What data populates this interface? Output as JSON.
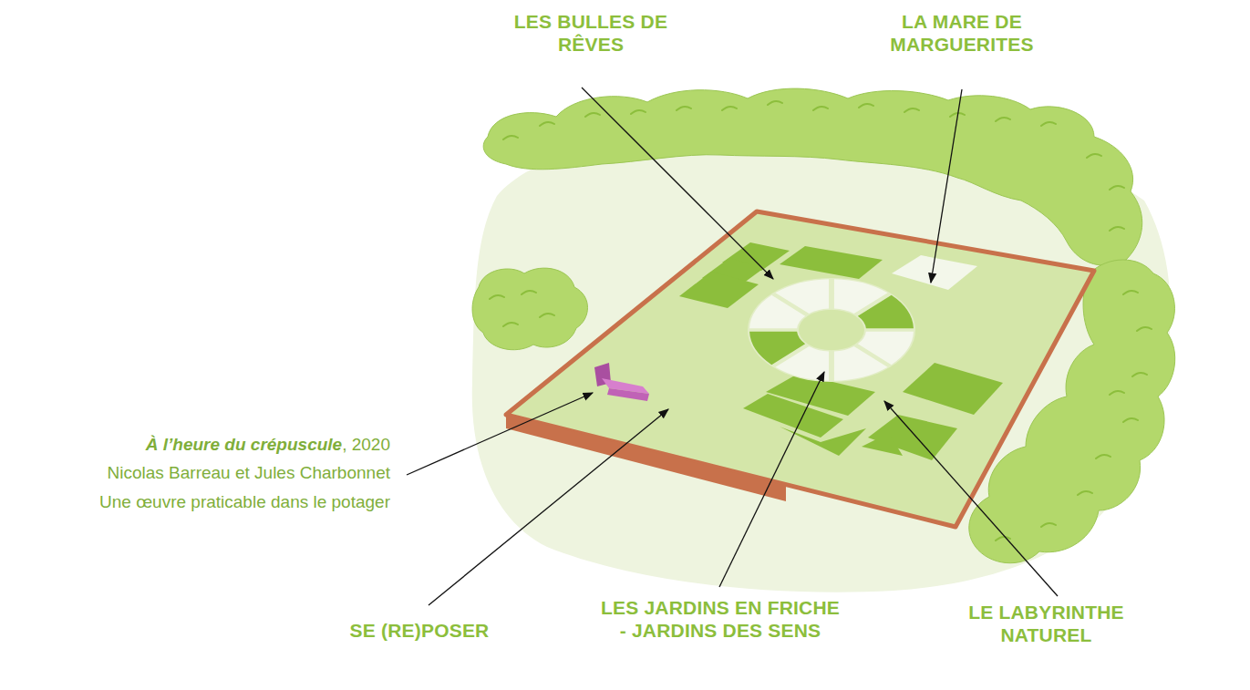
{
  "diagram": {
    "labels": [
      "LES BULLES DE RÊVES",
      "LA MARE DE MARGUERITES",
      "À l’heure du crépuscule, 2020",
      "Nicolas Barreau et Jules Charbonnet",
      "Une œuvre praticable dans le potager",
      "SE (RE)POSER",
      "LES JARDINS EN FRICHE - JARDINS DES SENS",
      "LE LABYRINTHE NATUREL"
    ]
  }
}
